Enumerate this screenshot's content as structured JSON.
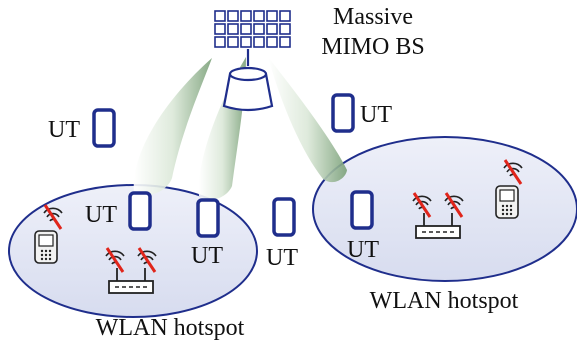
{
  "colors": {
    "blue": "#1f2e8c",
    "hotspot_fill": "#dde1f1",
    "beam_green": "#7aa078",
    "x_red": "#e0251b"
  },
  "bs": {
    "label_line1": "Massive",
    "label_line2": "MIMO BS"
  },
  "user_terminal": {
    "label": "UT"
  },
  "hotspots": [
    {
      "label": "WLAN hotspot"
    },
    {
      "label": "WLAN hotspot"
    }
  ],
  "icons": [
    "antenna-array-icon",
    "base-station-icon",
    "beam-icon",
    "smartphone-icon",
    "wireless-router-icon",
    "mobile-phone-icon",
    "no-signal-icon"
  ]
}
